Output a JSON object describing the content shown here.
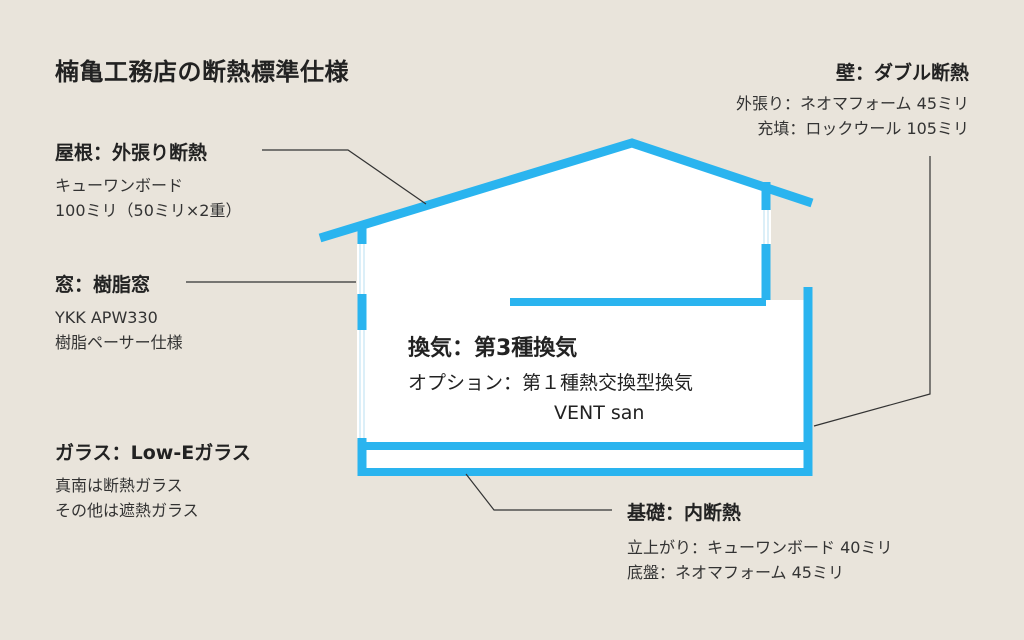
{
  "title": "楠亀工務店の断熱標準仕様",
  "wall": {
    "heading": "壁：ダブル断熱",
    "lines": [
      "外張り：ネオマフォーム 45ミリ",
      "充填：ロックウール 105ミリ"
    ]
  },
  "roof": {
    "heading": "屋根：外張り断熱",
    "lines": [
      "キューワンボード",
      "100ミリ（50ミリ×2重）"
    ]
  },
  "window": {
    "heading": "窓：樹脂窓",
    "lines": [
      "YKK APW330",
      "樹脂ペーサー仕様"
    ]
  },
  "glass": {
    "heading": "ガラス：Low-Eガラス",
    "lines": [
      "真南は断熱ガラス",
      "その他は遮熱ガラス"
    ]
  },
  "ventilation": {
    "heading": "換気：第3種換気",
    "line1": "オプション：第１種熱交換型換気",
    "line2": "VENT san"
  },
  "foundation": {
    "heading": "基礎：内断熱",
    "lines": [
      "立上がり：キューワンボード 40ミリ",
      "底盤：ネオマフォーム 45ミリ"
    ]
  },
  "colors": {
    "background": "#e9e4db",
    "insulation": "#2ab4ef",
    "house_fill": "#ffffff",
    "leader": "#333333"
  }
}
